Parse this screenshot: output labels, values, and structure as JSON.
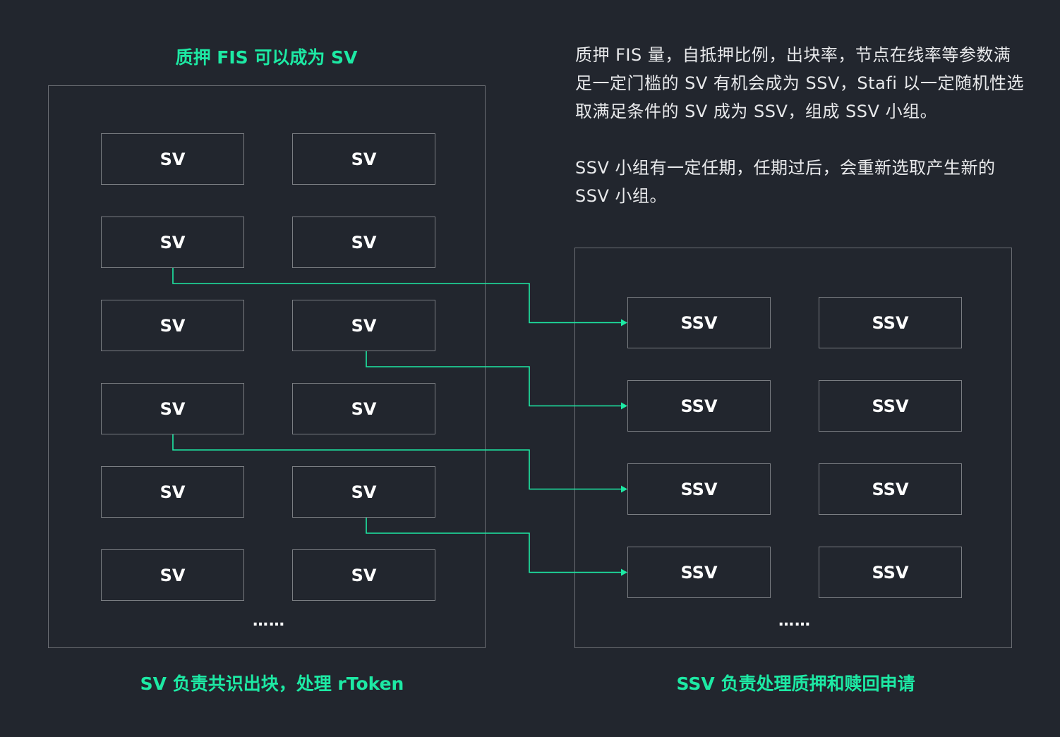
{
  "colors": {
    "background": "#22262e",
    "accent": "#1de9a4",
    "border": "#7a7d82",
    "text": "#ffffff"
  },
  "left_panel": {
    "title": "质押 FIS 可以成为 SV",
    "caption": "SV 负责共识出块，处理 rToken",
    "node_label": "SV",
    "rows": 6,
    "columns": 2,
    "ellipsis": "……"
  },
  "right_panel": {
    "caption": "SSV 负责处理质押和赎回申请",
    "node_label": "SSV",
    "rows": 4,
    "columns": 2,
    "ellipsis": "……"
  },
  "description": {
    "paragraph1": "质押 FIS 量，自抵押比例，出块率，节点在线率等参数满足一定门槛的 SV 有机会成为 SSV，Stafi 以一定随机性选取满足条件的 SV 成为 SSV，组成 SSV 小组。",
    "paragraph2": "SSV 小组有一定任期，任期过后，会重新选取产生新的 SSV 小组。"
  },
  "connections": [
    {
      "from": "SV row 2, column 1",
      "to": "SSV row 1, column 1"
    },
    {
      "from": "SV row 3, column 2",
      "to": "SSV row 2, column 1"
    },
    {
      "from": "SV row 4, column 1",
      "to": "SSV row 3, column 1"
    },
    {
      "from": "SV row 5, column 2",
      "to": "SSV row 4, column 1"
    }
  ]
}
